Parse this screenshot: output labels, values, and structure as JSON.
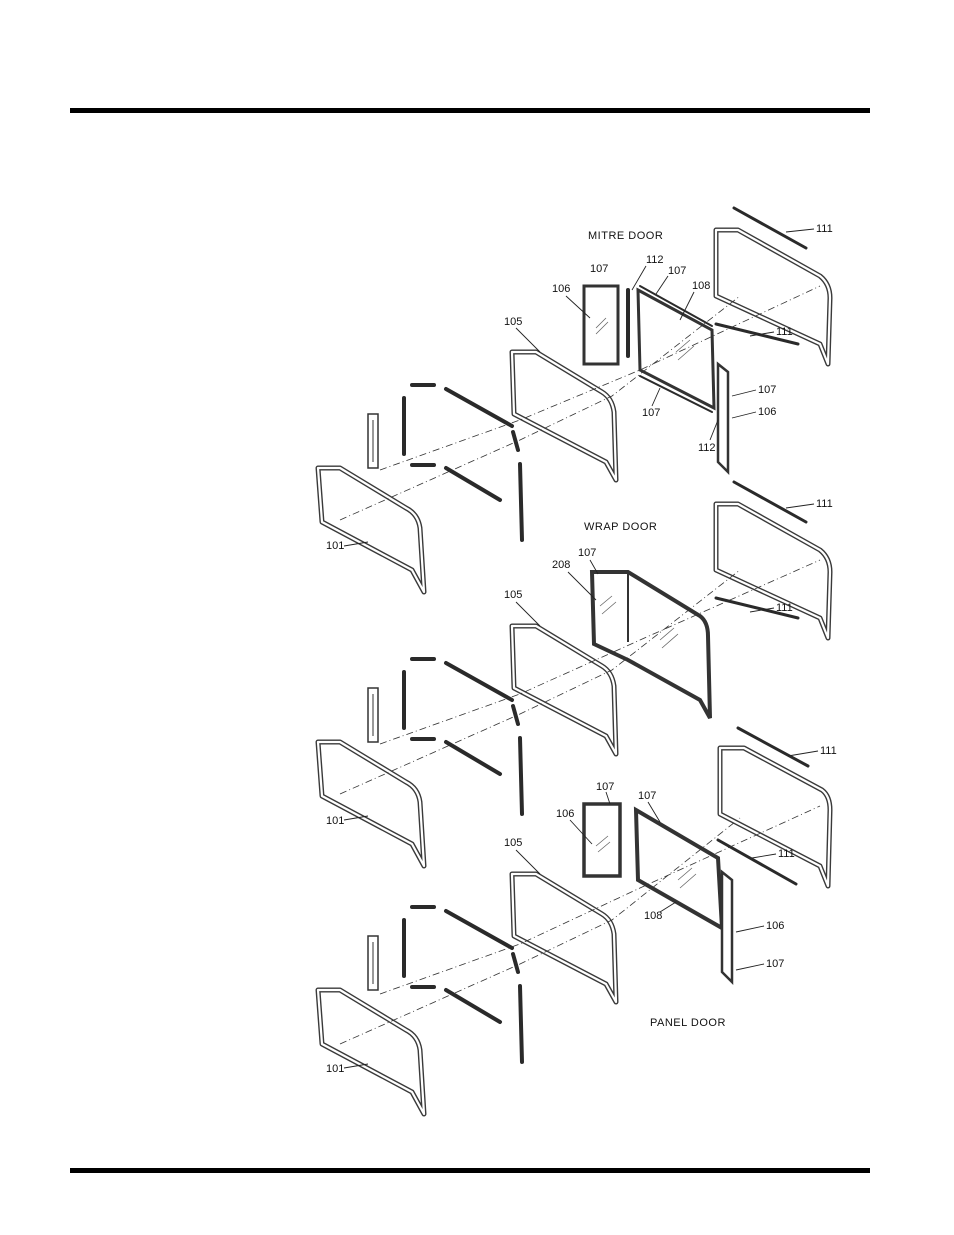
{
  "titles": {
    "mitre": "MITRE DOOR",
    "wrap": "WRAP DOOR",
    "panel": "PANEL DOOR"
  },
  "callouts": {
    "mitre": {
      "c111_top": "111",
      "c107_a": "107",
      "c112_a": "112",
      "c107_b": "107",
      "c108": "108",
      "c106_a": "106",
      "c105": "105",
      "c111_mid": "111",
      "c107_c": "107",
      "c107_d": "107",
      "c106_b": "106",
      "c112_b": "112",
      "c101": "101"
    },
    "wrap": {
      "c111_top": "111",
      "c107": "107",
      "c208": "208",
      "c105": "105",
      "c111_mid": "111",
      "c101": "101"
    },
    "panel": {
      "c111_top": "111",
      "c107_a": "107",
      "c107_b": "107",
      "c106_a": "106",
      "c105": "105",
      "c111_mid": "111",
      "c108": "108",
      "c106_b": "106",
      "c107_c": "107",
      "c101": "101"
    }
  }
}
